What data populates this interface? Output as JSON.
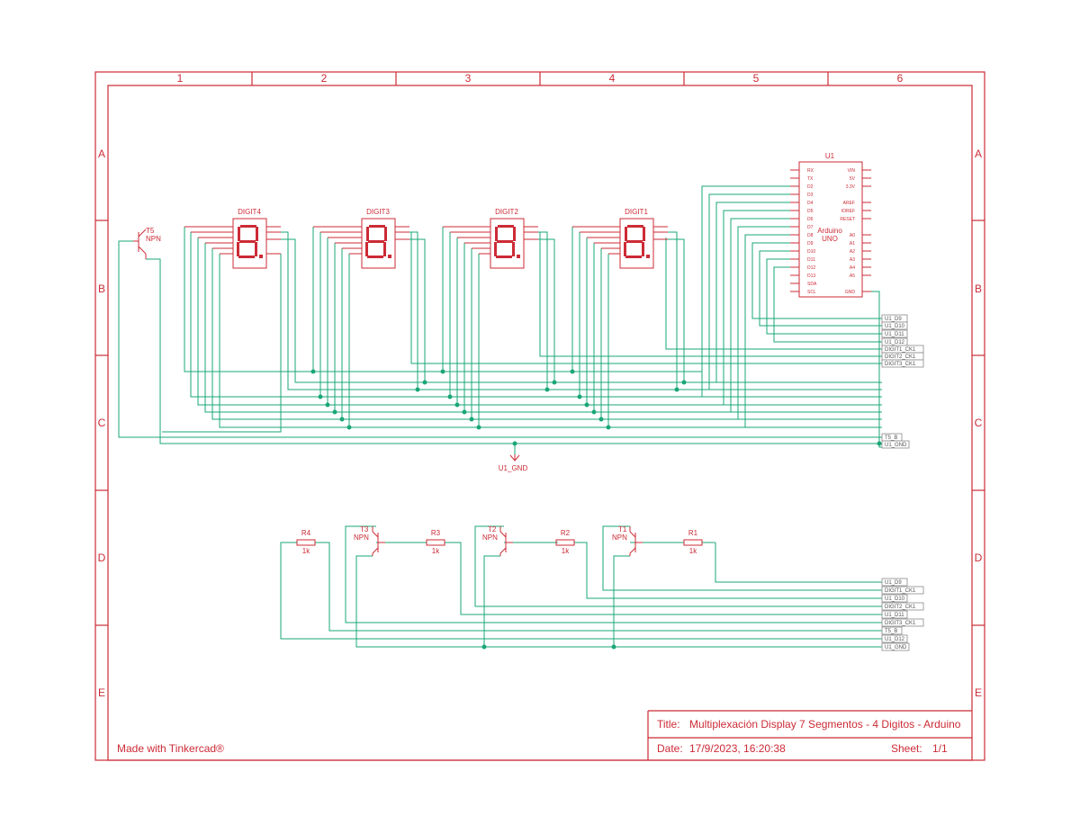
{
  "sheet": {
    "col_markers": [
      "1",
      "2",
      "3",
      "4",
      "5",
      "6"
    ],
    "row_markers": [
      "A",
      "B",
      "C",
      "D",
      "E"
    ],
    "made_with": "Made with Tinkercad®"
  },
  "title_block": {
    "title_label": "Title:",
    "title_value": "Multiplexación Display 7 Segmentos - 4 Digitos - Arduino",
    "date_label": "Date:",
    "date_value": "17/9/2023, 16:20:38",
    "sheet_label": "Sheet:",
    "sheet_value": "1/1"
  },
  "displays": [
    {
      "name": "DIGIT4"
    },
    {
      "name": "DIGIT3"
    },
    {
      "name": "DIGIT2"
    },
    {
      "name": "DIGIT1"
    }
  ],
  "transistors": [
    {
      "ref": "T5",
      "type": "NPN"
    },
    {
      "ref": "T3",
      "type": "NPN"
    },
    {
      "ref": "T2",
      "type": "NPN"
    },
    {
      "ref": "T1",
      "type": "NPN"
    }
  ],
  "resistors": [
    {
      "ref": "R4",
      "value": "1k"
    },
    {
      "ref": "R3",
      "value": "1k"
    },
    {
      "ref": "R2",
      "value": "1k"
    },
    {
      "ref": "R1",
      "value": "1k"
    }
  ],
  "arduino": {
    "ref": "U1",
    "brand_line1": "Arduino",
    "brand_line2": "UNO",
    "left_pins": [
      "RX",
      "TX",
      "D2",
      "D3",
      "D4",
      "D5",
      "D6",
      "D7",
      "D8",
      "D9",
      "D10",
      "D11",
      "D12",
      "D13",
      "SDA",
      "SCL"
    ],
    "right_pins": [
      "VIN",
      "5V",
      "3.3V",
      "AREF",
      "IOREF",
      "RESET",
      "A0",
      "A1",
      "A2",
      "A3",
      "A4",
      "A5",
      "GND"
    ]
  },
  "ground_symbol": "U1_GND",
  "net_labels_top": [
    "U1_D9",
    "U1_D10",
    "U1_D11",
    "U1_D12",
    "DIGIT1_CK1",
    "DIGIT2_CK1",
    "DIGIT3_CK1",
    "T5_B",
    "U1_GND"
  ],
  "net_labels_bottom": [
    "U1_D9",
    "DIGIT1_CK1",
    "U1_D10",
    "DIGIT2_CK1",
    "U1_D11",
    "DIGIT3_CK1",
    "T5_B",
    "U1_D12",
    "U1_GND"
  ]
}
